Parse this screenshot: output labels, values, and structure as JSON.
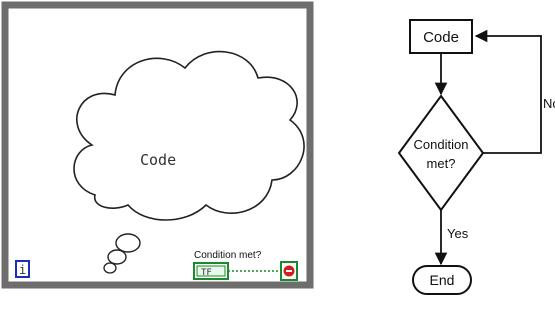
{
  "while_loop": {
    "code_label": "Code",
    "condition_label": "Condition met?",
    "terminal_text": "TF",
    "iteration_terminal_text": "i"
  },
  "flowchart": {
    "code_label": "Code",
    "condition_line1": "Condition",
    "condition_line2": "met?",
    "no_label": "No",
    "yes_label": "Yes",
    "end_label": "End"
  },
  "colors": {
    "frame": "#6e6e6e",
    "terminal_green": "#1a8a2a",
    "iteration_blue": "#1a2fbf",
    "stop_red": "#d21e1e"
  }
}
